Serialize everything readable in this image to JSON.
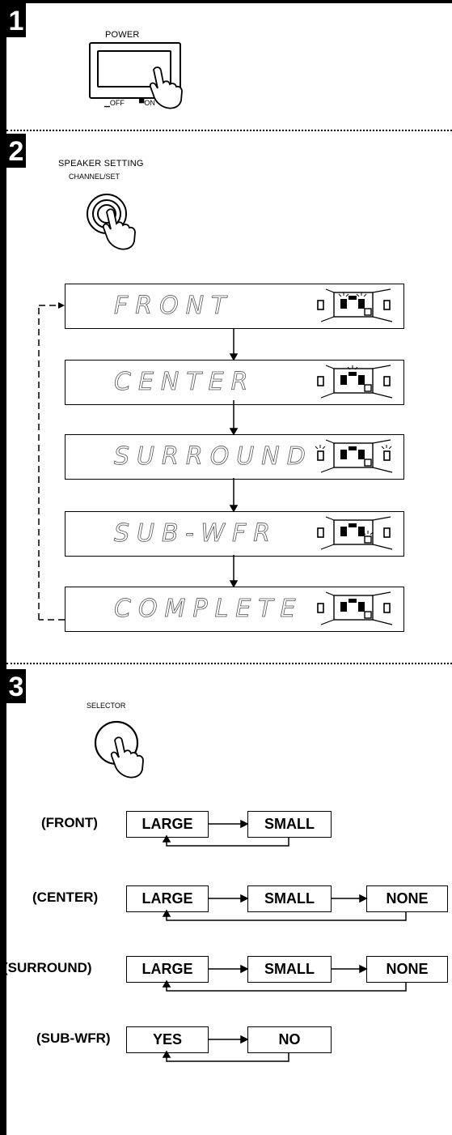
{
  "steps": {
    "step1": {
      "number": "1",
      "power_label": "POWER",
      "switch_off": "▁OFF",
      "switch_on": "▀ON"
    },
    "step2": {
      "number": "2",
      "title": "SPEAKER SETTING",
      "button_label": "CHANNEL/SET"
    },
    "step3": {
      "number": "3",
      "button_label": "SELECTOR"
    }
  },
  "displays": [
    {
      "text": "FRONT",
      "highlight": "front"
    },
    {
      "text": "CENTER",
      "highlight": "center"
    },
    {
      "text": "SURROUND",
      "highlight": "surround"
    },
    {
      "text": "SUB-WFR",
      "highlight": "subwoofer"
    },
    {
      "text": "COMPLETE",
      "highlight": "none"
    }
  ],
  "options": {
    "front": {
      "label": "(FRONT)",
      "choices": [
        "LARGE",
        "SMALL"
      ]
    },
    "center": {
      "label": "(CENTER)",
      "choices": [
        "LARGE",
        "SMALL",
        "NONE"
      ]
    },
    "surround": {
      "label": "(SURROUND)",
      "choices": [
        "LARGE",
        "SMALL",
        "NONE"
      ]
    },
    "subwfr": {
      "label": "(SUB-WFR)",
      "choices": [
        "YES",
        "NO"
      ]
    }
  }
}
